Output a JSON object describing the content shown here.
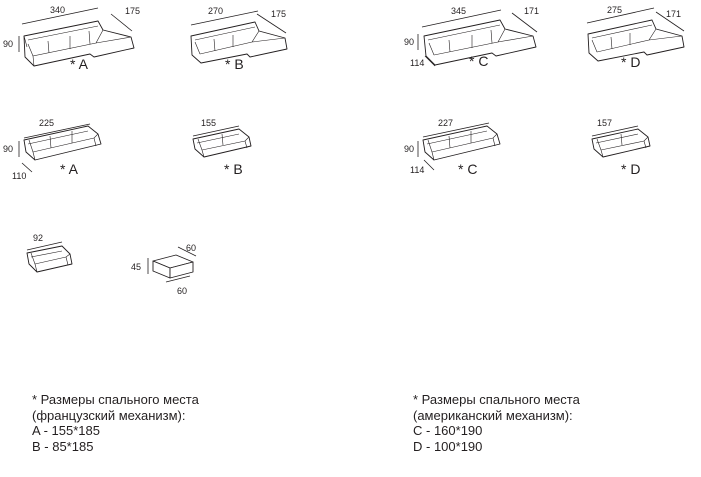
{
  "modules": [
    {
      "id": "m1",
      "w": "340",
      "d": "175",
      "h": "90",
      "mark": "* A"
    },
    {
      "id": "m2",
      "w": "270",
      "d": "175",
      "mark": "* B"
    },
    {
      "id": "m3",
      "w": "345",
      "d": "171",
      "h": "90",
      "depth2": "114",
      "mark": "* C"
    },
    {
      "id": "m4",
      "w": "275",
      "d": "171",
      "mark": "* D"
    },
    {
      "id": "m5",
      "w": "225",
      "h": "90",
      "depth2": "110",
      "mark": "* A"
    },
    {
      "id": "m6",
      "w": "155",
      "mark": "* B"
    },
    {
      "id": "m7",
      "w": "227",
      "h": "90",
      "depth2": "114",
      "mark": "* C"
    },
    {
      "id": "m8",
      "w": "157",
      "mark": "* D"
    },
    {
      "id": "m9",
      "w": "92"
    },
    {
      "id": "m10",
      "h": "45",
      "d": "60",
      "w": "60"
    }
  ],
  "notes_left": {
    "line1": "* Размеры спального места",
    "line2": "(французский механизм):",
    "line3": "A - 155*185",
    "line4": "B - 85*185"
  },
  "notes_right": {
    "line1": "* Размеры спального места",
    "line2": "(американский механизм):",
    "line3": "C - 160*190",
    "line4": "D - 100*190"
  }
}
